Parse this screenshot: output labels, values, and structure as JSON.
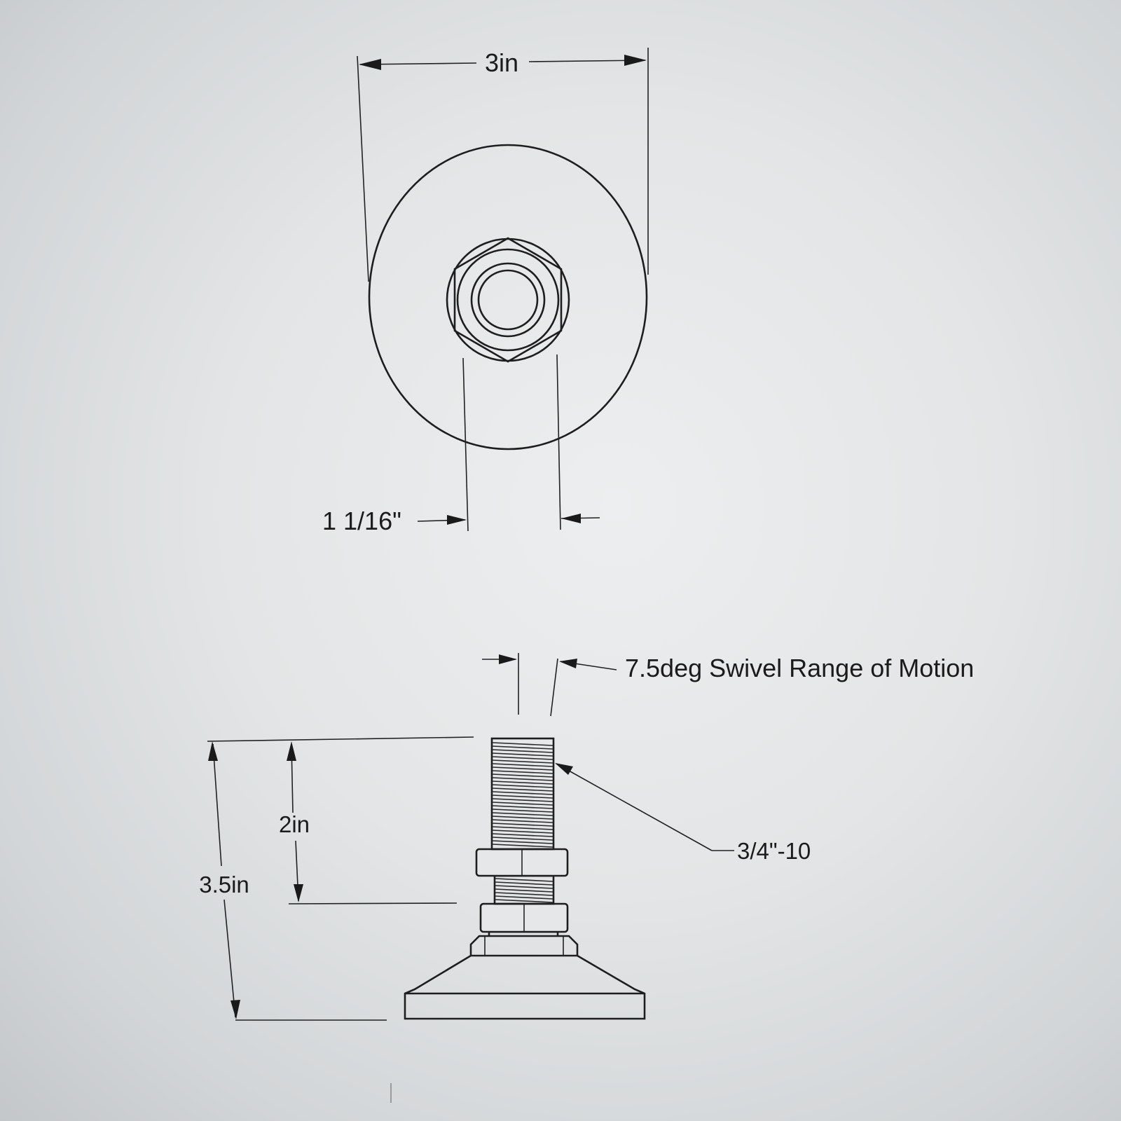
{
  "top_view": {
    "diameter_label": "3in",
    "nut_width_label": "1 1/16\""
  },
  "side_view": {
    "swivel_label": "7.5deg Swivel Range of Motion",
    "thread_label": "3/4\"-10",
    "stud_length_label": "2in",
    "overall_height_label": "3.5in"
  }
}
